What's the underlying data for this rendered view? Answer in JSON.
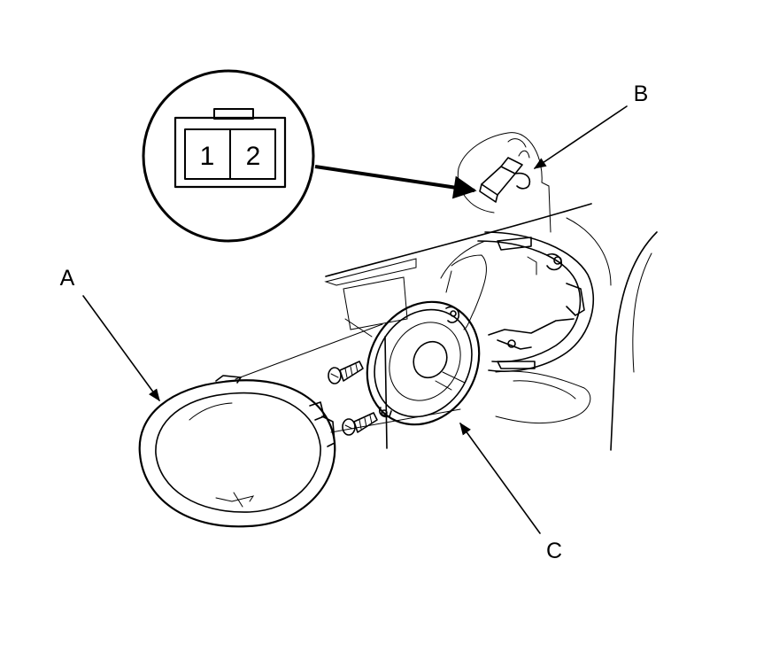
{
  "callouts": {
    "a": "A",
    "b": "B",
    "c": "C"
  },
  "connector": {
    "pin_1": "1",
    "pin_2": "2"
  },
  "colors": {
    "ink": "#000000",
    "background": "#ffffff"
  }
}
